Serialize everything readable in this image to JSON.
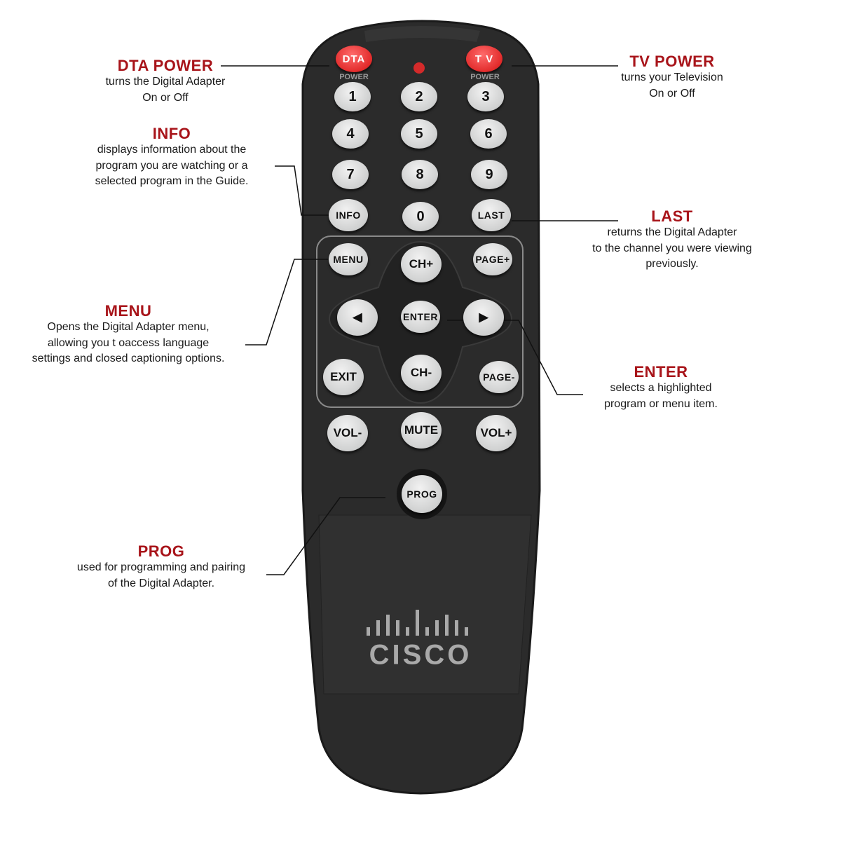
{
  "remote": {
    "brand": "CISCO",
    "power_label": "POWER",
    "buttons": {
      "dta": "DTA",
      "tv": "T V",
      "n1": "1",
      "n2": "2",
      "n3": "3",
      "n4": "4",
      "n5": "5",
      "n6": "6",
      "n7": "7",
      "n8": "8",
      "n9": "9",
      "n0": "0",
      "info": "INFO",
      "last": "LAST",
      "menu": "MENU",
      "ch_up": "CH+",
      "page_up": "PAGE+",
      "left": "◀",
      "enter": "ENTER",
      "right": "▶",
      "exit": "EXIT",
      "ch_down": "CH-",
      "page_down": "PAGE-",
      "vol_down": "VOL-",
      "mute": "MUTE",
      "vol_up": "VOL+",
      "prog": "PROG"
    }
  },
  "callouts": {
    "dta_power": {
      "title": "DTA POWER",
      "lines": [
        "turns the Digital Adapter",
        "On  or Off"
      ]
    },
    "tv_power": {
      "title": "TV POWER",
      "lines": [
        "turns your Television",
        "On or Off"
      ]
    },
    "info": {
      "title": "INFO",
      "lines": [
        "displays information about the",
        "program you are watching or a",
        "selected program in the Guide."
      ]
    },
    "last": {
      "title": "LAST",
      "lines": [
        "returns the Digital Adapter",
        "to the channel you were viewing",
        "previously."
      ]
    },
    "menu": {
      "title": "MENU",
      "lines": [
        "Opens the Digital Adapter menu,",
        "allowing you t oaccess language",
        "settings and closed captioning options."
      ]
    },
    "enter": {
      "title": "ENTER",
      "lines": [
        "selects a highlighted",
        "program or menu item."
      ]
    },
    "prog": {
      "title": "PROG",
      "lines": [
        "used for programming and pairing",
        "of the Digital Adapter."
      ]
    }
  },
  "colors": {
    "accent": "#a8141a",
    "remote_body": "#2a2a2a",
    "button": "#d4d4d4",
    "power_button": "#e22b2b"
  }
}
